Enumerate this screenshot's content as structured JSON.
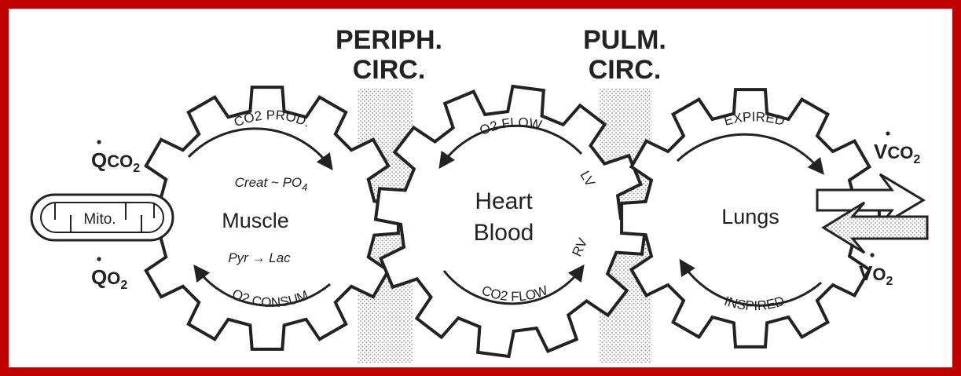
{
  "colors": {
    "frame": "#c00000",
    "ink": "#222222",
    "stipple": "#9a9a9a",
    "faded_bg_text": "#cfe9cf"
  },
  "headers": {
    "periph_line1": "PERIPH.",
    "periph_line2": "CIRC.",
    "pulm_line1": "PULM.",
    "pulm_line2": "CIRC."
  },
  "mitochondrion": {
    "label": "Mito."
  },
  "left_fluxes": {
    "qco2": {
      "symbol": "Q",
      "chem": "CO",
      "subscript": "2"
    },
    "qo2": {
      "symbol": "Q",
      "chem": "O",
      "subscript": "2"
    }
  },
  "muscle_gear": {
    "title": "Muscle",
    "top_arc": "CO2 PROD.",
    "creat_text": "Creat ~ PO",
    "creat_sub": "4",
    "pyr_text": "Pyr → Lac",
    "bottom_arc": "O2 CONSUM."
  },
  "heart_gear": {
    "title_line1": "Heart",
    "title_line2": "Blood",
    "top_arc": "O2 FLOW",
    "bottom_arc": "CO2 FLOW",
    "lv": "LV",
    "rv": "RV"
  },
  "lungs_gear": {
    "title": "Lungs",
    "top_arc": "EXPIRED",
    "bottom_arc": "INSPIRED"
  },
  "right_fluxes": {
    "vco2": {
      "symbol": "V",
      "chem": "CO",
      "subscript": "2"
    },
    "vo2": {
      "symbol": "V",
      "chem": "O",
      "subscript": "2"
    }
  }
}
